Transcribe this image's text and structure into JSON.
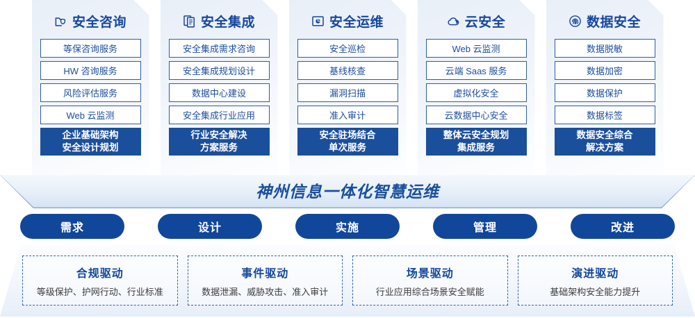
{
  "columns": [
    {
      "icon": "folder-shield-icon",
      "title": "安全咨询",
      "items": [
        "等保咨询服务",
        "HW 咨询服务",
        "风险评估服务",
        "Web 云监测"
      ],
      "highlight": [
        "企业基础架构",
        "安全设计规划"
      ]
    },
    {
      "icon": "documents-copy-icon",
      "title": "安全集成",
      "items": [
        "安全集成需求咨询",
        "安全集成规划设计",
        "数据中心建设",
        "安全集成行业应用"
      ],
      "highlight": [
        "行业安全解决",
        "方案服务"
      ]
    },
    {
      "icon": "folder-chart-icon",
      "title": "安全运维",
      "items": [
        "安全巡检",
        "基线核查",
        "漏洞扫描",
        "准入审计"
      ],
      "highlight": [
        "安全驻场结合",
        "单次服务"
      ]
    },
    {
      "icon": "cloud-icon",
      "title": "云安全",
      "items": [
        "Web 云监测",
        "云端 Saas 服务",
        "虚拟化安全",
        "云数据中心安全"
      ],
      "highlight": [
        "整体云安全规划",
        "集成服务"
      ]
    },
    {
      "icon": "fingerprint-icon",
      "title": "数据安全",
      "items": [
        "数据脱敏",
        "数据加密",
        "数据保护",
        "数据标签"
      ],
      "highlight": [
        "数据安全综合",
        "解决方案"
      ]
    }
  ],
  "banner": {
    "title": "神州信息一体化智慧运维"
  },
  "pills": [
    {
      "label": "需求"
    },
    {
      "label": "设计"
    },
    {
      "label": "实施"
    },
    {
      "label": "管理"
    },
    {
      "label": "改进"
    }
  ],
  "drivers": [
    {
      "title": "合规驱动",
      "subtitle": "等级保护、护网行动、行业标准"
    },
    {
      "title": "事件驱动",
      "subtitle": "数据泄漏、威胁攻击、准入审计"
    },
    {
      "title": "场景驱动",
      "subtitle": "行业应用综合场景安全赋能"
    },
    {
      "title": "演进驱动",
      "subtitle": "基础架构安全能力提升"
    }
  ],
  "colors": {
    "brand_blue": "#1a4f9c",
    "deep_blue": "#11479a",
    "text_blue": "#13479c",
    "card_border": "#2d5ca6",
    "dash_border": "#2f62ad"
  }
}
